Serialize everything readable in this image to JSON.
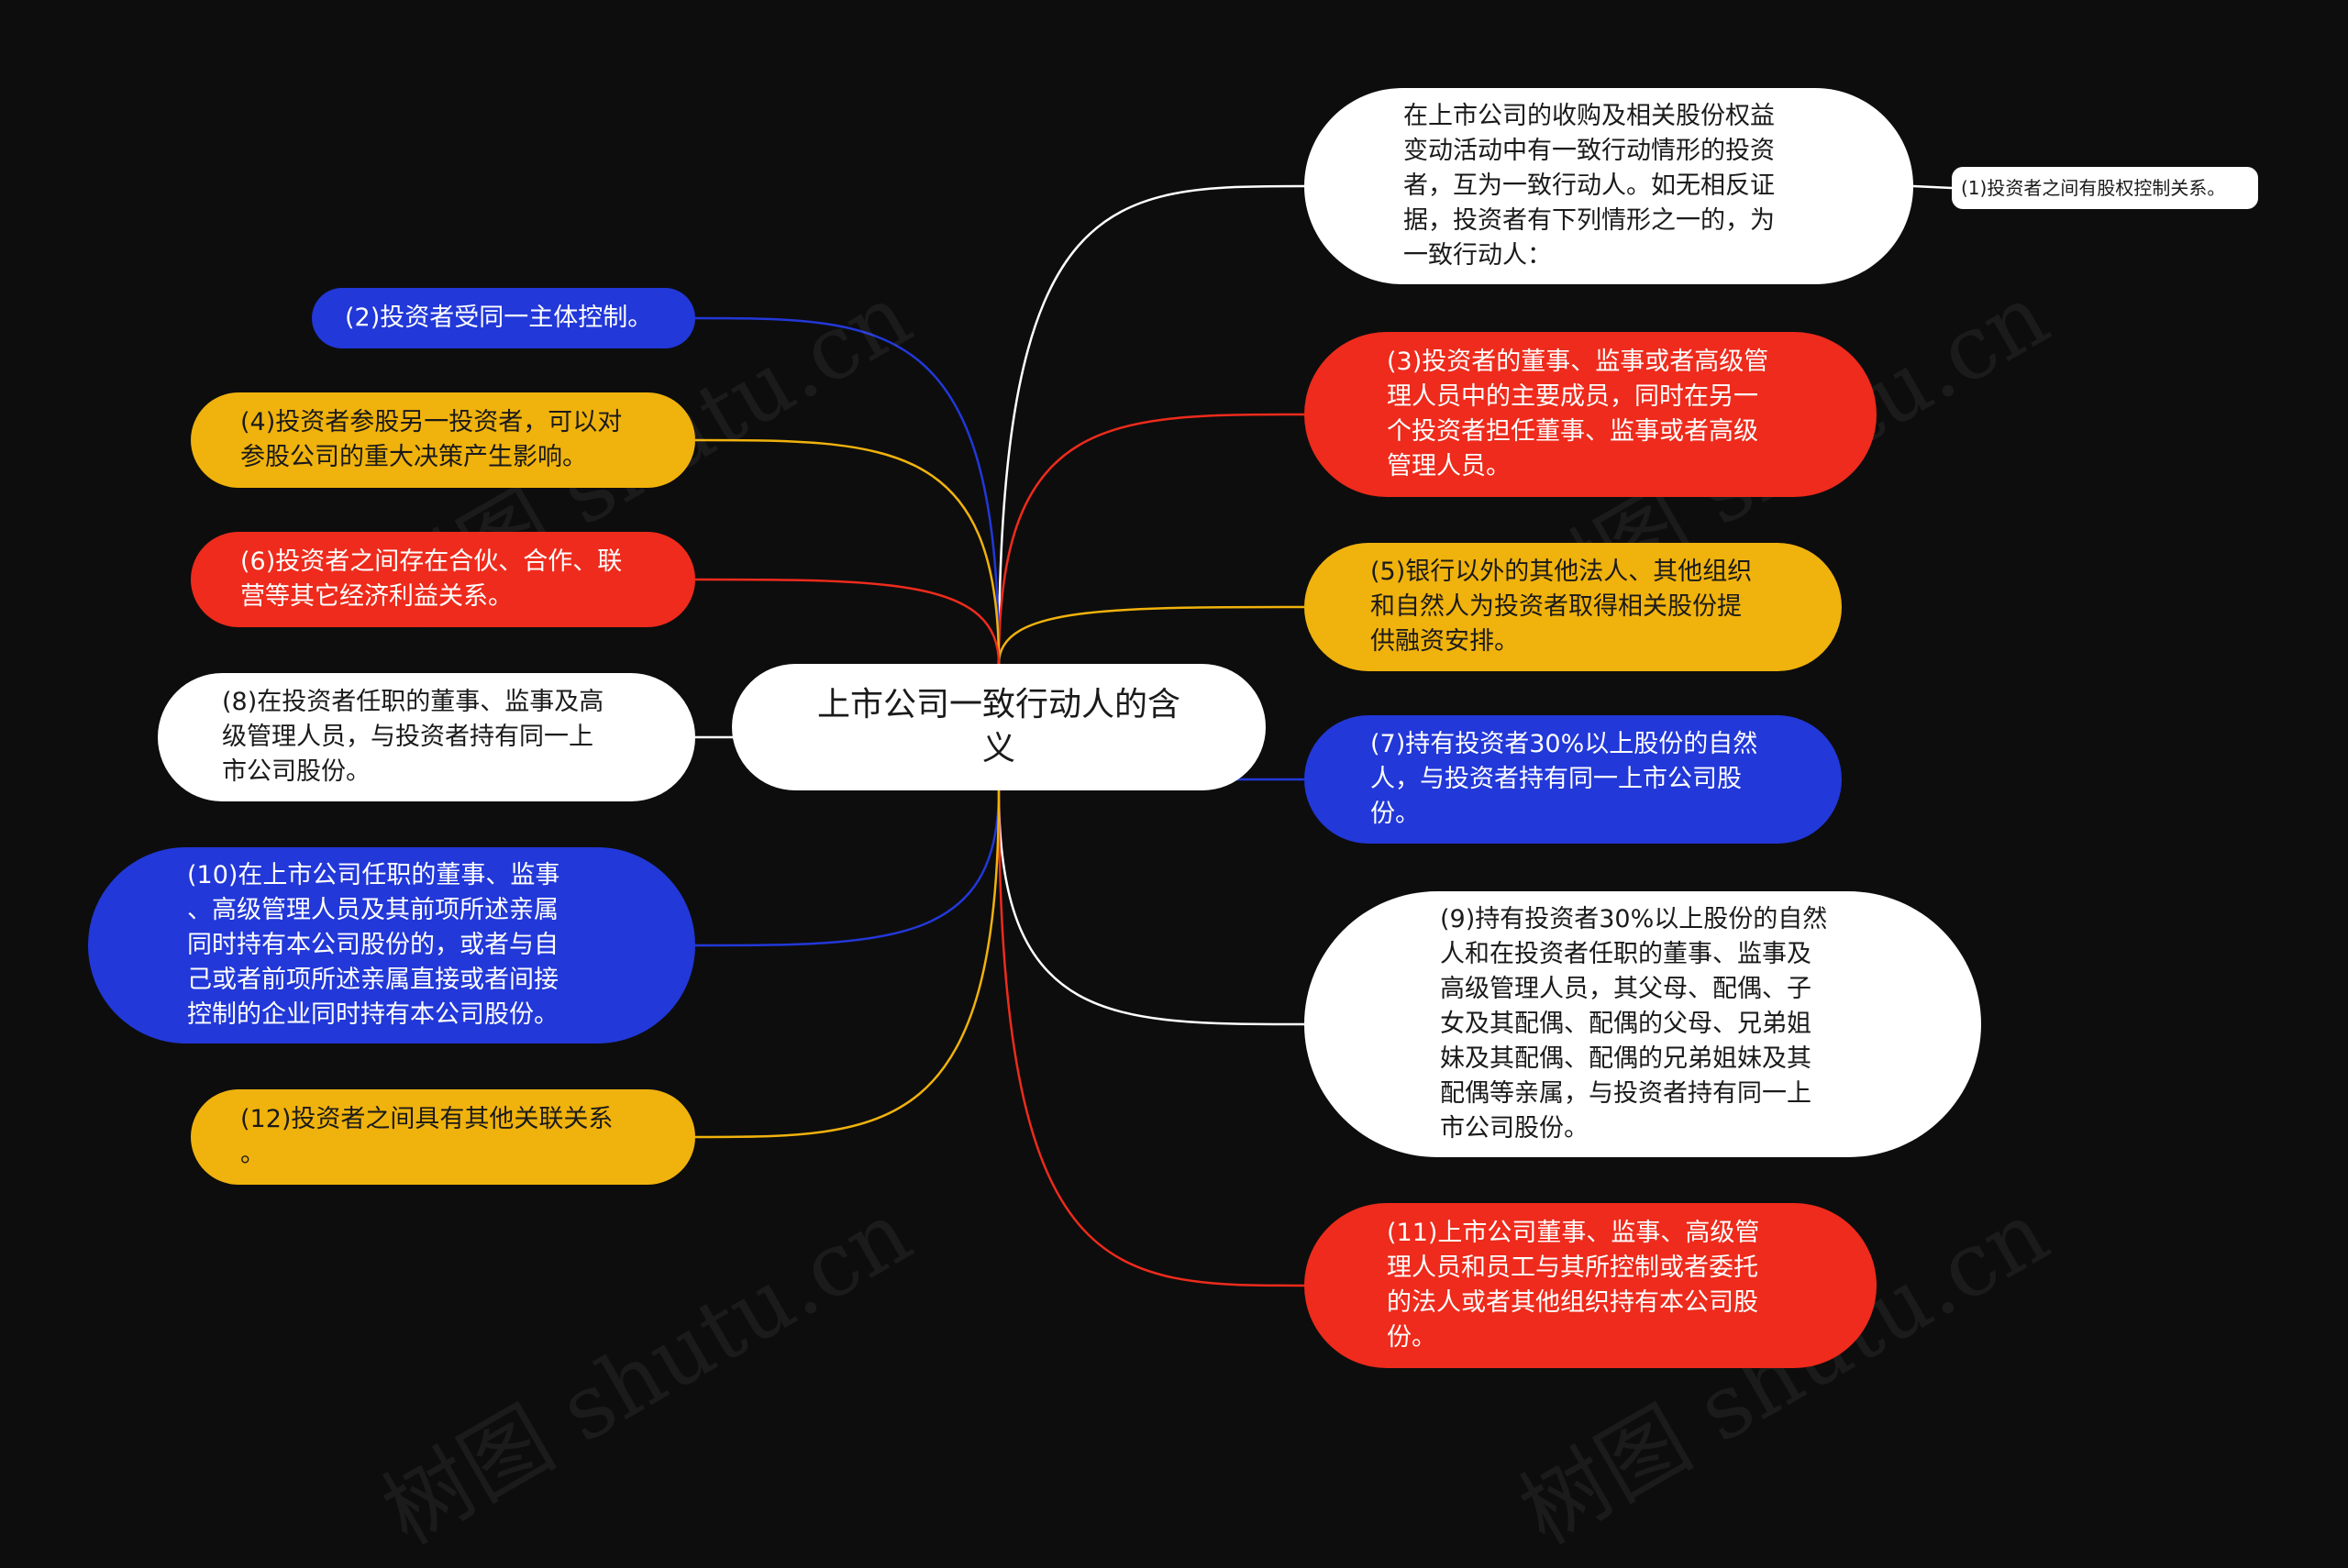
{
  "root": {
    "label": "上市公司一致行动人的含\n义"
  },
  "right": [
    {
      "id": "r0",
      "label": "在上市公司的收购及相关股份权益\n变动活动中有一致行动情形的投资\n者，互为一致行动人。如无相反证\n据，投资者有下列情形之一的，为\n一致行动人：",
      "color": "white"
    },
    {
      "id": "r1",
      "label": "(3)投资者的董事、监事或者高级管\n理人员中的主要成员，同时在另一\n个投资者担任董事、监事或者高级\n管理人员。",
      "color": "red"
    },
    {
      "id": "r2",
      "label": "(5)银行以外的其他法人、其他组织\n和自然人为投资者取得相关股份提\n供融资安排。",
      "color": "yellow"
    },
    {
      "id": "r3",
      "label": "(7)持有投资者30%以上股份的自然\n人，与投资者持有同一上市公司股\n份。",
      "color": "blue"
    },
    {
      "id": "r4",
      "label": "(9)持有投资者30%以上股份的自然\n人和在投资者任职的董事、监事及\n高级管理人员，其父母、配偶、子\n女及其配偶、配偶的父母、兄弟姐\n妹及其配偶、配偶的兄弟姐妹及其\n配偶等亲属，与投资者持有同一上\n市公司股份。",
      "color": "white"
    },
    {
      "id": "r5",
      "label": "(11)上市公司董事、监事、高级管\n理人员和员工与其所控制或者委托\n的法人或者其他组织持有本公司股\n份。",
      "color": "red"
    }
  ],
  "sub": {
    "label": "(1)投资者之间有股权控制关系。"
  },
  "left": [
    {
      "id": "l0",
      "label": "(2)投资者受同一主体控制。",
      "color": "blue"
    },
    {
      "id": "l1",
      "label": "(4)投资者参股另一投资者，可以对\n参股公司的重大决策产生影响。",
      "color": "yellow"
    },
    {
      "id": "l2",
      "label": "(6)投资者之间存在合伙、合作、联\n营等其它经济利益关系。",
      "color": "red"
    },
    {
      "id": "l3",
      "label": "(8)在投资者任职的董事、监事及高\n级管理人员，与投资者持有同一上\n市公司股份。",
      "color": "white"
    },
    {
      "id": "l4",
      "label": "(10)在上市公司任职的董事、监事\n、高级管理人员及其前项所述亲属\n同时持有本公司股份的，或者与自\n己或者前项所述亲属直接或者间接\n控制的企业同时持有本公司股份。",
      "color": "blue"
    },
    {
      "id": "l5",
      "label": "(12)投资者之间具有其他关联关系\n。",
      "color": "yellow"
    }
  ],
  "colors": {
    "white": "#ffffff",
    "red": "#ee2b1c",
    "blue": "#2238d8",
    "yellow": "#f0b20c",
    "background": "#0d0d0d"
  },
  "watermark": "树图 shutu.cn"
}
